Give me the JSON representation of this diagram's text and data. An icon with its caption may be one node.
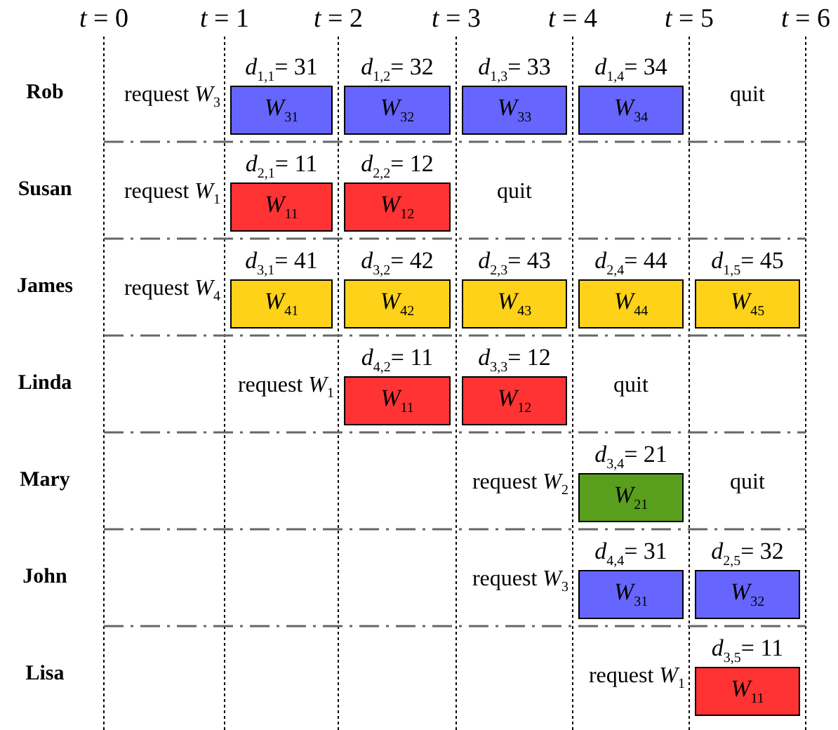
{
  "diagram": {
    "nodes": [
      {
        "text": [
          "*W*$_{31}$"
        ],
        "beside": [
          "*d*$_{1,1}$= 31"
        ]
      },
      {
        "text": [
          "*W*$_{32}$"
        ],
        "beside": [
          "*d*$_{1,2}$= 32"
        ]
      },
      {
        "text": [
          "*W*$_{33}$"
        ],
        "beside": [
          "*d*$_{1,3}$= 33"
        ]
      },
      {
        "text": [
          "*W*$_{34}$"
        ],
        "beside": [
          "*d*$_{1,4}$= 34"
        ]
      },
      {
        "text": [
          "*W*$_{11}$"
        ],
        "beside": [
          "*d*$_{2,1}$= 11"
        ]
      },
      {
        "text": [
          "*W*$_{12}$"
        ],
        "beside": [
          "*d*$_{2,2}$= 12"
        ]
      },
      {
        "text": [
          "*W*$_{41}$"
        ],
        "beside": [
          "*d*$_{3,1}$= 41"
        ]
      },
      {
        "text": [
          "*W*$_{42}$"
        ],
        "beside": [
          "*d*$_{3,2}$= 42"
        ]
      },
      {
        "text": [
          "*W*$_{43}$"
        ],
        "beside": [
          "*d*$_{2,3}$= 43"
        ]
      },
      {
        "text": [
          "*W*$_{44}$"
        ],
        "beside": [
          "*d*$_{2,4}$= 44"
        ]
      },
      {
        "text": [
          "*W*$_{45}$"
        ],
        "beside": [
          "*d*$_{1,5}$= 45"
        ]
      },
      {
        "text": [
          "*W*$_{11}$"
        ],
        "beside": [
          "*d*$_{4,2}$= 11"
        ]
      },
      {
        "text": [
          "*W*$_{12}$"
        ],
        "beside": [
          "*d*$_{3,3}$= 12"
        ]
      },
      {
        "text": [
          "*W*$_{21}$"
        ],
        "beside": [
          "*d*$_{3,4}$= 21"
        ]
      },
      {
        "text": [
          "*W*$_{31}$"
        ],
        "beside": [
          "*d*$_{4,4}$= 31"
        ]
      },
      {
        "text": [
          "*W*$_{32}$"
        ],
        "beside": [
          "*d*$_{2,5}$= 32"
        ]
      },
      {
        "text": [
          "*W*$_{11}$"
        ],
        "beside": [
          "*d*$_{3,5}$= 11"
        ]
      }
    ],
    "labels": [
      "*t* = 0",
      "*t* = 1",
      "*t* = 2",
      "*t* = 3",
      "*t* = 4",
      "*t* = 5",
      "*t* = 6",
      "Rob",
      "request *W*$_{3}$",
      "quit",
      "Susan",
      "request *W*$_{1}$",
      "quit",
      "James",
      "request *W*$_{4}$",
      "Linda",
      "request *W*$_{1}$",
      "quit",
      "Mary",
      "request *W*$_{2}$",
      "quit",
      "John",
      "request *W*$_{3}$",
      "Lisa",
      "request *W*$_{1}$"
    ]
  }
}
